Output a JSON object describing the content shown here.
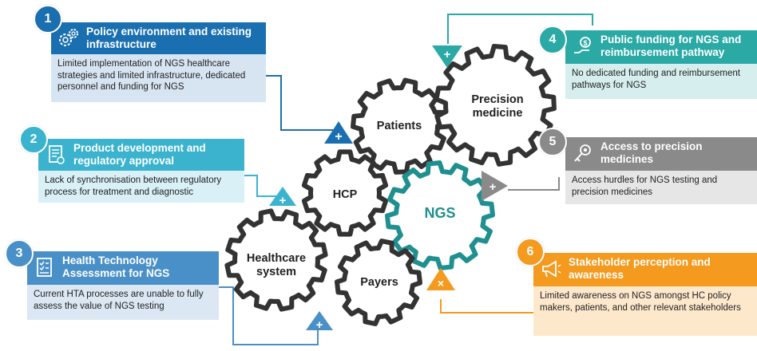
{
  "gears": {
    "patients": "Patients",
    "precision_medicine": "Precision medicine",
    "hcp": "HCP",
    "ngs": "NGS",
    "healthcare_system": "Healthcare system",
    "payers": "Payers"
  },
  "boxes": [
    {
      "number": "1",
      "title": "Policy environment and existing infrastructure",
      "body": "Limited implementation of NGS healthcare strategies and limited infrastructure, dedicated personnel and funding for NGS",
      "icon": "gears-icon",
      "color": "#1a6fb0"
    },
    {
      "number": "2",
      "title": "Product development and regulatory approval",
      "body": "Lack of synchronisation between regulatory process for treatment and diagnostic",
      "icon": "document-icon",
      "color": "#3bb3cf"
    },
    {
      "number": "3",
      "title": "Health Technology Assessment for NGS",
      "body": "Current HTA processes are unable to fully assess the value of NGS testing",
      "icon": "checklist-icon",
      "color": "#4a90c8"
    },
    {
      "number": "4",
      "title": "Public funding for NGS and reimbursement pathway",
      "body": "No dedicated funding and reimbursement pathways for NGS",
      "icon": "money-hand-icon",
      "color": "#2ba9a5"
    },
    {
      "number": "5",
      "title": "Access to precision medicines",
      "body": "Access hurdles for NGS testing and precision medicines",
      "icon": "key-icon",
      "color": "#8a8a8a"
    },
    {
      "number": "6",
      "title": "Stakeholder perception and awareness",
      "body": "Limited awareness on NGS amongst HC policy makers, patients, and other relevant stakeholders",
      "icon": "megaphone-icon",
      "color": "#f39a1f"
    }
  ],
  "colors": {
    "teal": "#1f8f8f",
    "gear": "#333333",
    "orange": "#f39a1f",
    "gray": "#8a8a8a",
    "blue_dark": "#1a6fb0",
    "blue_light": "#3bb3cf"
  }
}
